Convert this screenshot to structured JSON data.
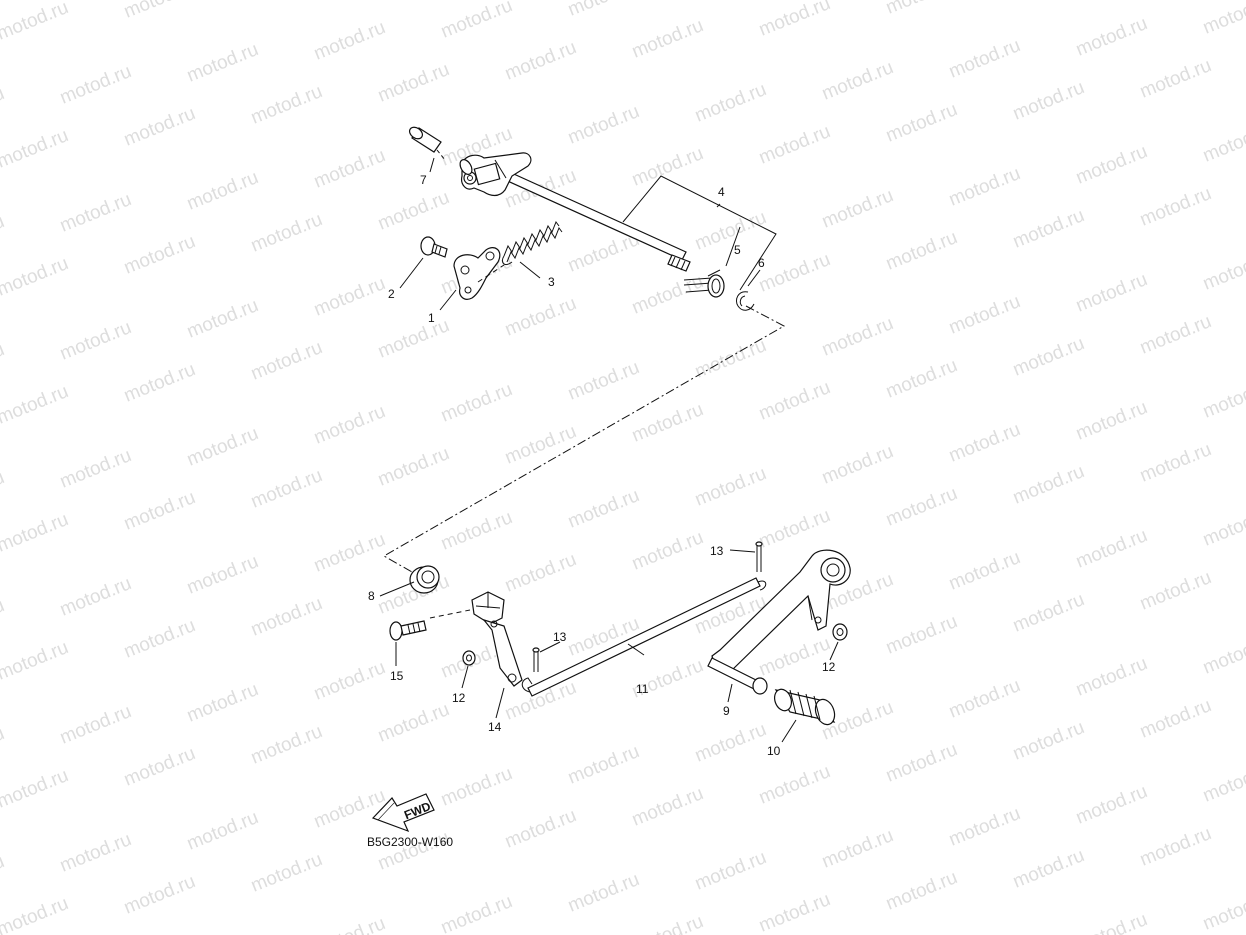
{
  "diagram": {
    "code": "B5G2300-W160",
    "fwd_label": "FWD",
    "watermark": "motod.ru",
    "callouts": [
      "1",
      "2",
      "3",
      "4",
      "5",
      "6",
      "7",
      "8",
      "9",
      "10",
      "11",
      "12",
      "12",
      "13",
      "13",
      "14",
      "15"
    ]
  }
}
